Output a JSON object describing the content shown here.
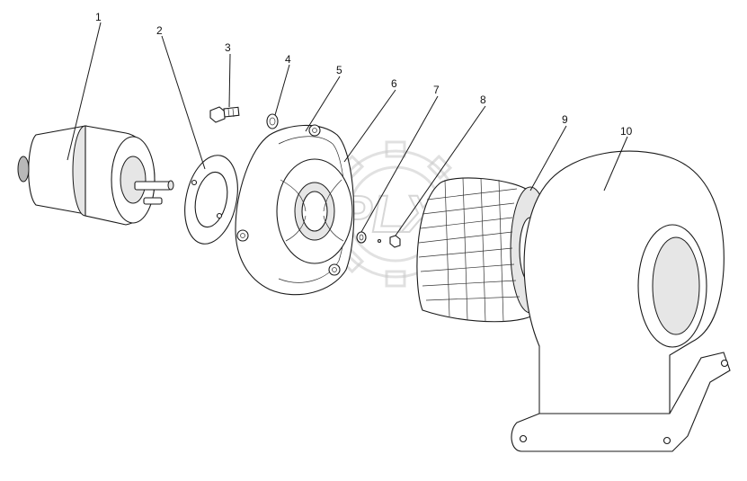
{
  "diagram": {
    "callouts": [
      {
        "id": "1",
        "label": "1"
      },
      {
        "id": "2",
        "label": "2"
      },
      {
        "id": "3",
        "label": "3"
      },
      {
        "id": "4",
        "label": "4"
      },
      {
        "id": "5",
        "label": "5"
      },
      {
        "id": "6",
        "label": "6"
      },
      {
        "id": "7",
        "label": "7"
      },
      {
        "id": "8",
        "label": "8"
      },
      {
        "id": "9",
        "label": "9"
      },
      {
        "id": "10",
        "label": "10"
      }
    ],
    "watermark": "OPLX"
  }
}
